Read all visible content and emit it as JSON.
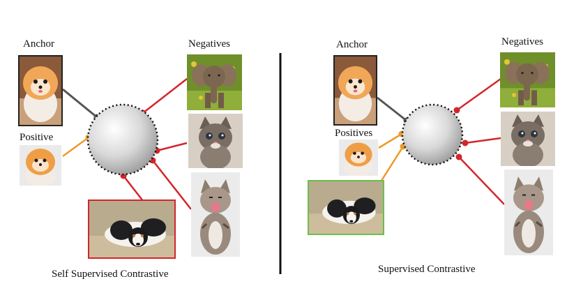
{
  "panels": [
    {
      "anchor_label": "Anchor",
      "positive_label": "Positive",
      "negatives_label": "Negatives",
      "caption": "Self Supervised Contrastive"
    },
    {
      "anchor_label": "Anchor",
      "positive_label": "Positives",
      "negatives_label": "Negatives",
      "caption": "Supervised Contrastive"
    }
  ],
  "colors": {
    "anchor_line": "#555555",
    "positive_line": "#ec9a29",
    "negative_line": "#d2262c",
    "positive_frame": "#6cc04a",
    "negative_frame": "#d2262c",
    "divider": "#111111"
  },
  "icons": [
    "pomeranian-photo",
    "elephant-photo",
    "kitten-photo",
    "meowing-kitten-photo",
    "spaniel-photo",
    "embedding-sphere"
  ]
}
